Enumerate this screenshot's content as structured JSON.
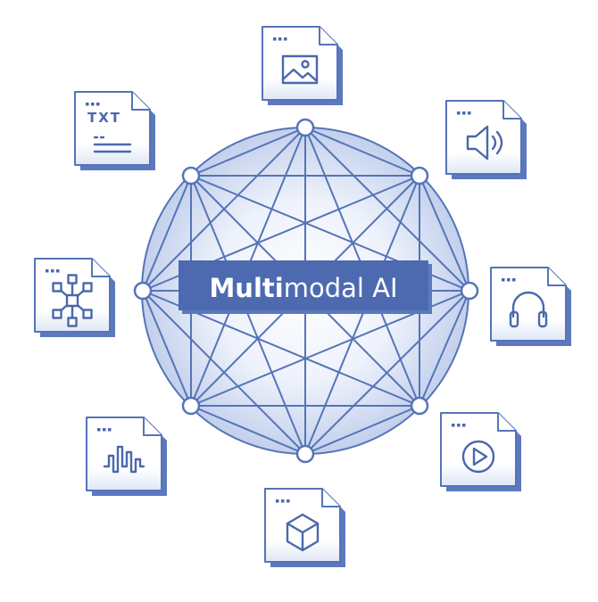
{
  "title": {
    "bold_part": "Multi",
    "regular_part": "modal AI"
  },
  "text_card_label": "TXT",
  "modalities": [
    {
      "icon": "image-icon"
    },
    {
      "icon": "speaker-icon"
    },
    {
      "icon": "headphones-icon"
    },
    {
      "icon": "video-play-icon"
    },
    {
      "icon": "3d-cube-icon"
    },
    {
      "icon": "waveform-icon"
    },
    {
      "icon": "network-graph-icon"
    },
    {
      "icon": "text-document-icon"
    }
  ],
  "colors": {
    "accent": "#5574b8",
    "accent_dark": "#4a68ad",
    "shadow": "#5c79bd",
    "card_fill": "#ffffff",
    "sphere_light": "#ffffff",
    "sphere_edge": "#c9d6ef"
  }
}
